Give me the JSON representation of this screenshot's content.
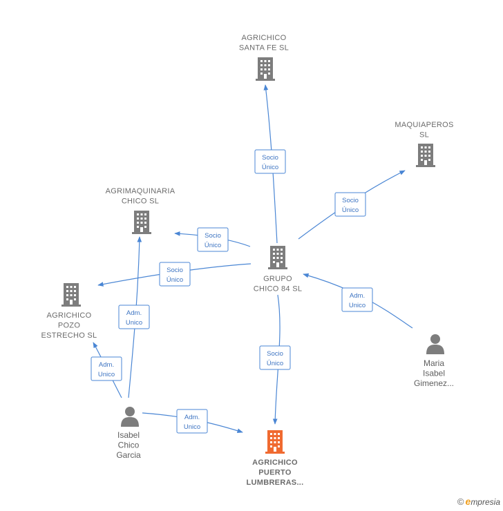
{
  "colors": {
    "company": "#7d7d7d",
    "focus": "#f06a30",
    "person": "#7d7d7d",
    "edge": "#4a86d4"
  },
  "nodes": [
    {
      "id": "grupo",
      "type": "company",
      "lines": [
        "GRUPO",
        "CHICO 84  SL"
      ]
    },
    {
      "id": "santafe",
      "type": "company",
      "lines": [
        "AGRICHICO",
        "SANTA FE  SL"
      ]
    },
    {
      "id": "maquia",
      "type": "company",
      "lines": [
        "MAQUIAPEROS",
        "SL"
      ]
    },
    {
      "id": "agrimaq",
      "type": "company",
      "lines": [
        "AGRIMAQUINARIA",
        "CHICO SL"
      ]
    },
    {
      "id": "pozo",
      "type": "company",
      "lines": [
        "AGRICHICO",
        "POZO",
        "ESTRECHO  SL"
      ]
    },
    {
      "id": "puerto",
      "type": "focus",
      "lines": [
        "AGRICHICO",
        "PUERTO",
        "LUMBRERAS..."
      ]
    },
    {
      "id": "isabel",
      "type": "person",
      "lines": [
        "Isabel",
        "Chico",
        "Garcia"
      ]
    },
    {
      "id": "maria",
      "type": "person",
      "lines": [
        "Maria",
        "Isabel",
        "Gimenez..."
      ]
    }
  ],
  "edges": [
    {
      "id": "e1",
      "from": "grupo",
      "to": "santafe",
      "label": [
        "Socio",
        "Único"
      ]
    },
    {
      "id": "e2",
      "from": "grupo",
      "to": "maquia",
      "label": [
        "Socio",
        "Único"
      ]
    },
    {
      "id": "e3",
      "from": "grupo",
      "to": "agrimaq",
      "label": [
        "Socio",
        "Único"
      ]
    },
    {
      "id": "e4",
      "from": "grupo",
      "to": "pozo",
      "label": [
        "Socio",
        "Único"
      ]
    },
    {
      "id": "e5",
      "from": "grupo",
      "to": "puerto",
      "label": [
        "Socio",
        "Único"
      ]
    },
    {
      "id": "e6",
      "from": "maria",
      "to": "grupo",
      "label": [
        "Adm.",
        "Unico"
      ]
    },
    {
      "id": "e7",
      "from": "isabel",
      "to": "agrimaq",
      "label": [
        "Adm.",
        "Unico"
      ]
    },
    {
      "id": "e8",
      "from": "isabel",
      "to": "pozo",
      "label": [
        "Adm.",
        "Unico"
      ]
    },
    {
      "id": "e9",
      "from": "isabel",
      "to": "puerto",
      "label": [
        "Adm.",
        "Unico"
      ]
    }
  ],
  "brand": {
    "copyright": "©",
    "initial": "e",
    "rest": "mpresia"
  }
}
